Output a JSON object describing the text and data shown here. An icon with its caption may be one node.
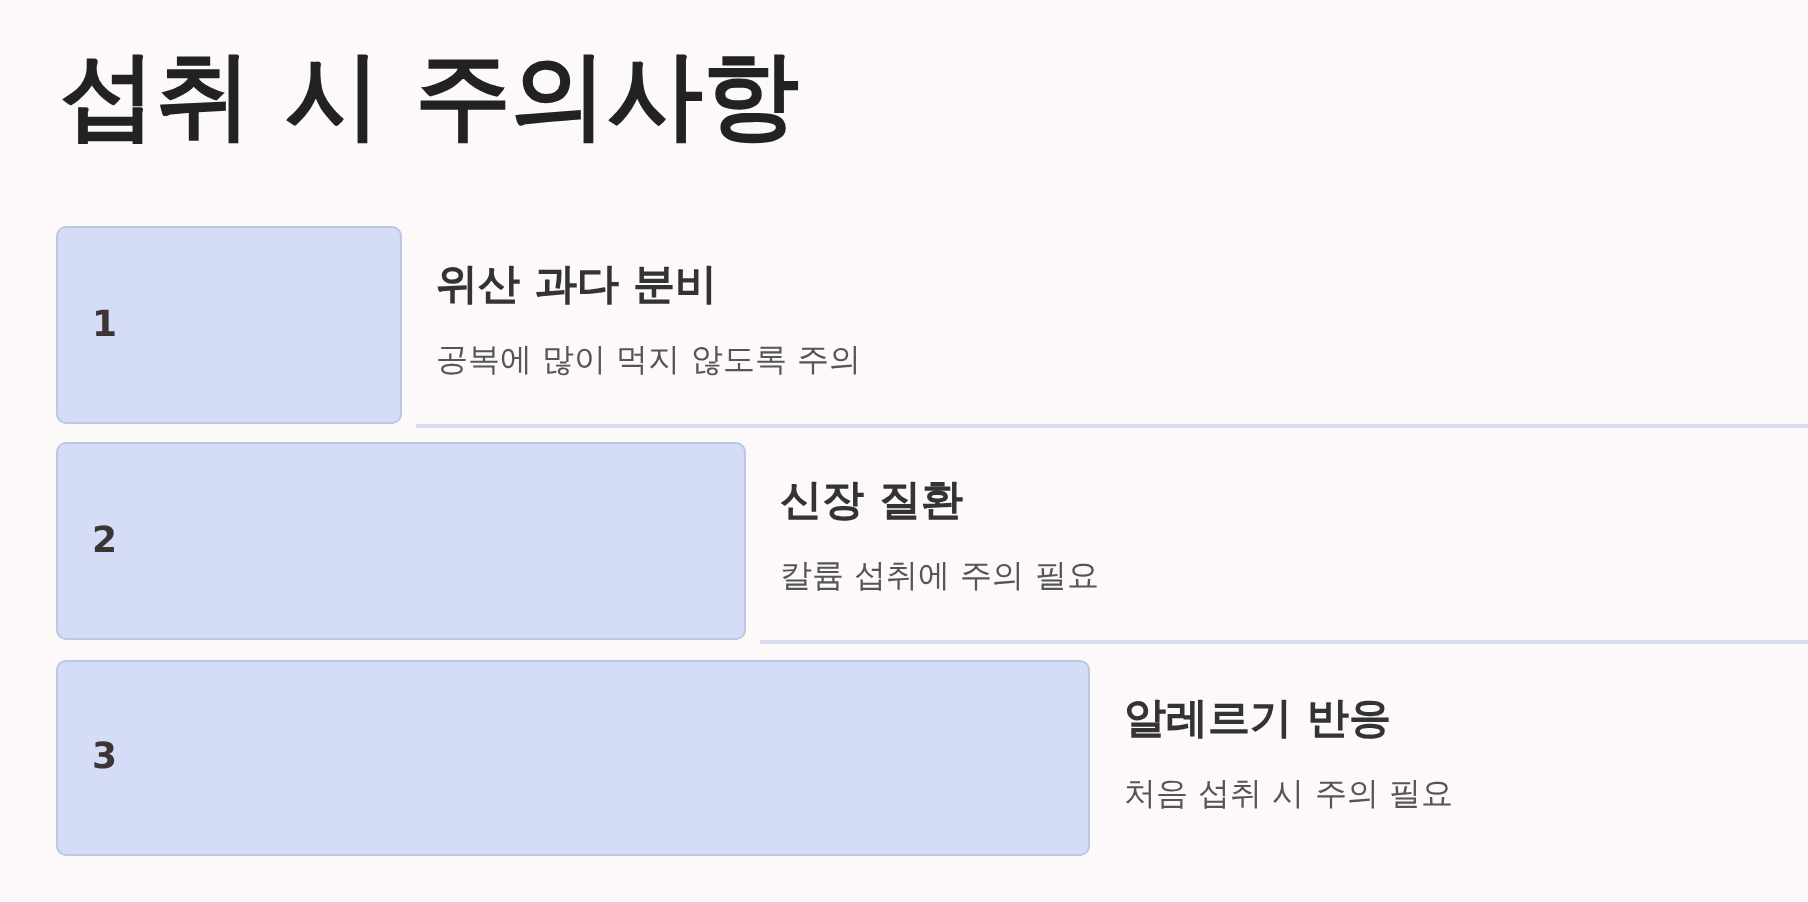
{
  "diagram": {
    "title": "섭취 시 주의사항",
    "nodes": [
      {
        "text": [
          "1"
        ],
        "beside": [
          "위산 과다 분비",
          "공복에 많이 먹지 않도록 주의"
        ]
      },
      {
        "text": [
          "2"
        ],
        "beside": [
          "신장 질환",
          "칼륨 섭취에 주의 필요"
        ]
      },
      {
        "text": [
          "3"
        ],
        "beside": [
          "알레르기 반응",
          "처음 섭취 시 주의 필요"
        ]
      }
    ]
  }
}
